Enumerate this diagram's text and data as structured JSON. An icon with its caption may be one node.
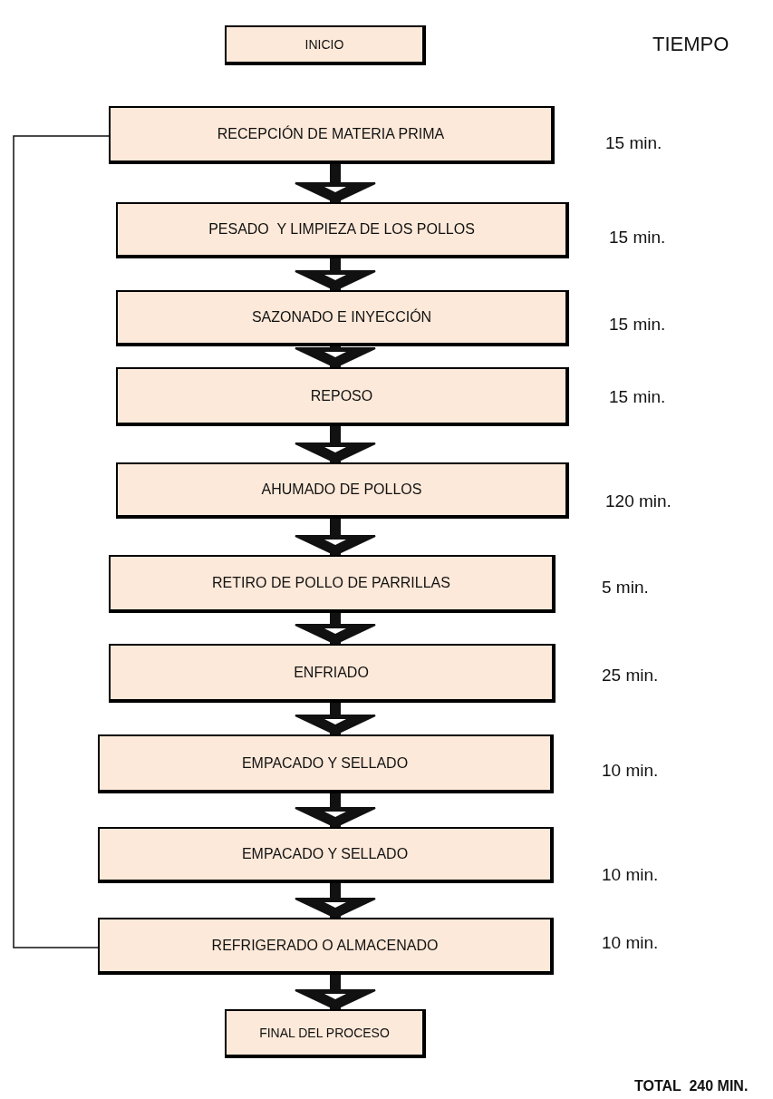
{
  "diagram": {
    "nodes": [
      {
        "text": [
          "INICIO"
        ]
      },
      {
        "text": [
          "RECEPCIÓN DE MATERIA PRIMA"
        ],
        "beside": [
          "15 min."
        ]
      },
      {
        "text": [
          "PESADO  Y LIMPIEZA DE LOS POLLOS"
        ],
        "beside": [
          "15 min."
        ]
      },
      {
        "text": [
          "SAZONADO E INYECCIÓN"
        ],
        "beside": [
          "15 min."
        ]
      },
      {
        "text": [
          "REPOSO"
        ],
        "beside": [
          "15 min."
        ]
      },
      {
        "text": [
          "AHUMADO DE POLLOS"
        ],
        "beside": [
          "120 min."
        ]
      },
      {
        "text": [
          "RETIRO DE POLLO DE PARRILLAS"
        ],
        "beside": [
          "5 min."
        ]
      },
      {
        "text": [
          "ENFRIADO"
        ],
        "beside": [
          "25 min."
        ]
      },
      {
        "text": [
          "EMPACADO Y SELLADO"
        ],
        "beside": [
          "10 min."
        ]
      },
      {
        "text": [
          "EMPACADO Y SELLADO"
        ],
        "beside": [
          "10 min."
        ]
      },
      {
        "text": [
          "REFRIGERADO O ALMACENADO"
        ],
        "beside": [
          "10 min."
        ]
      },
      {
        "text": [
          "FINAL DEL PROCESO"
        ]
      }
    ],
    "edges": [
      {
        "from": 1,
        "to": 2,
        "arrow": "to"
      },
      {
        "from": 2,
        "to": 3,
        "arrow": "to"
      },
      {
        "from": 3,
        "to": 4,
        "arrow": "to"
      },
      {
        "from": 4,
        "to": 5,
        "arrow": "to"
      },
      {
        "from": 5,
        "to": 6,
        "arrow": "to"
      },
      {
        "from": 6,
        "to": 7,
        "arrow": "to"
      },
      {
        "from": 7,
        "to": 8,
        "arrow": "to"
      },
      {
        "from": 8,
        "to": 9,
        "arrow": "to"
      },
      {
        "from": 9,
        "to": 10,
        "arrow": "to"
      },
      {
        "from": 10,
        "to": 11,
        "arrow": "to"
      },
      {
        "from": 1,
        "to": 10,
        "arrow": "none"
      }
    ],
    "labels": [
      "TIEMPO",
      "TOTAL  240 MIN."
    ]
  }
}
